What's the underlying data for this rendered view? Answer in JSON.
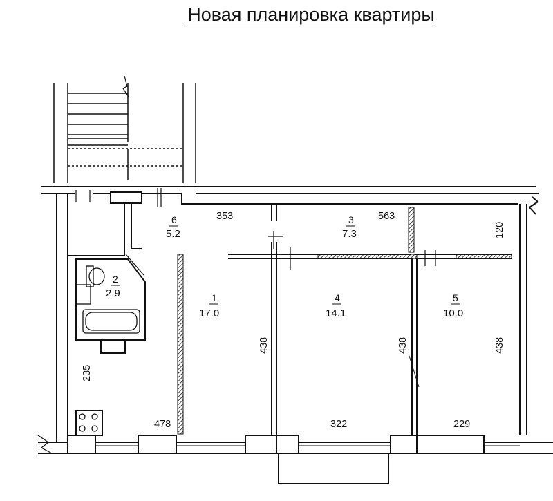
{
  "title": "Новая планировка квартиры",
  "rooms": [
    {
      "number": "1",
      "area": "17.0"
    },
    {
      "number": "2",
      "area": "2.9"
    },
    {
      "number": "3",
      "area": "7.3"
    },
    {
      "number": "4",
      "area": "14.1"
    },
    {
      "number": "5",
      "area": "10.0"
    },
    {
      "number": "6",
      "area": "5.2"
    }
  ],
  "dimensions": {
    "hall_6_width": "353",
    "room_3_width": "563",
    "room_3_depth": "120",
    "room_1_depth": "438",
    "room_4_depth": "438",
    "room_5_depth": "438",
    "room_1_width": "478",
    "room_4_width": "322",
    "room_5_width": "229",
    "kitchen_width": "235"
  }
}
